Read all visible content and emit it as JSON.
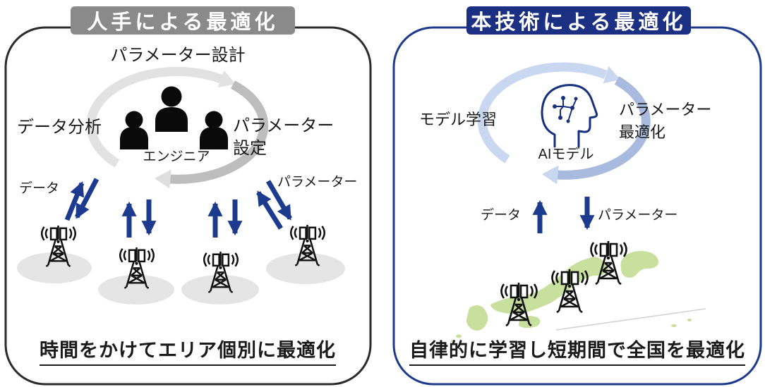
{
  "left_panel": {
    "title": "人手による最適化",
    "cycle": {
      "top_step": "パラメーター設計",
      "left_step": "データ分析",
      "right_step_line1": "パラメーター",
      "right_step_line2": "設定",
      "actor_label": "エンジニア"
    },
    "flows": {
      "uplink_label": "データ",
      "downlink_label": "パラメーター"
    },
    "caption": "時間をかけてエリア個別に最適化",
    "base_station_count": 4
  },
  "right_panel": {
    "title": "本技術による最適化",
    "cycle": {
      "left_step": "モデル学習",
      "right_step_line1": "パラメーター",
      "right_step_line2": "最適化",
      "actor_label": "AIモデル"
    },
    "flows": {
      "uplink_label": "データ",
      "downlink_label": "パラメーター"
    },
    "caption": "自律的に学習し短期間で全国を最適化",
    "base_station_count": 3
  },
  "icons": {
    "left_actor": "engineers-group-icon",
    "right_actor": "ai-head-circuit-icon",
    "station": "base-station-icon",
    "cycle": "circular-arrows-icon",
    "map": "japan-map"
  },
  "colors": {
    "text": "#1a1a1a",
    "badge_manual": "#8a8a8a",
    "badge_ai": "#1b2f83",
    "border_manual": "#2b2b2b",
    "border_ai": "#1d3a8c",
    "flow_arrow": "#1c3b8e",
    "cycle_gray_light": "#e2e2e2",
    "cycle_gray_lighter": "#dedede",
    "cycle_gray_dark": "#bdbdbd",
    "cycle_blue_light": "#c9d7f1",
    "cycle_blue_dark": "#a8bbde",
    "ai_icon": "#16307f",
    "coverage": "#e5e5e5",
    "map_green": "#c9df9d"
  }
}
